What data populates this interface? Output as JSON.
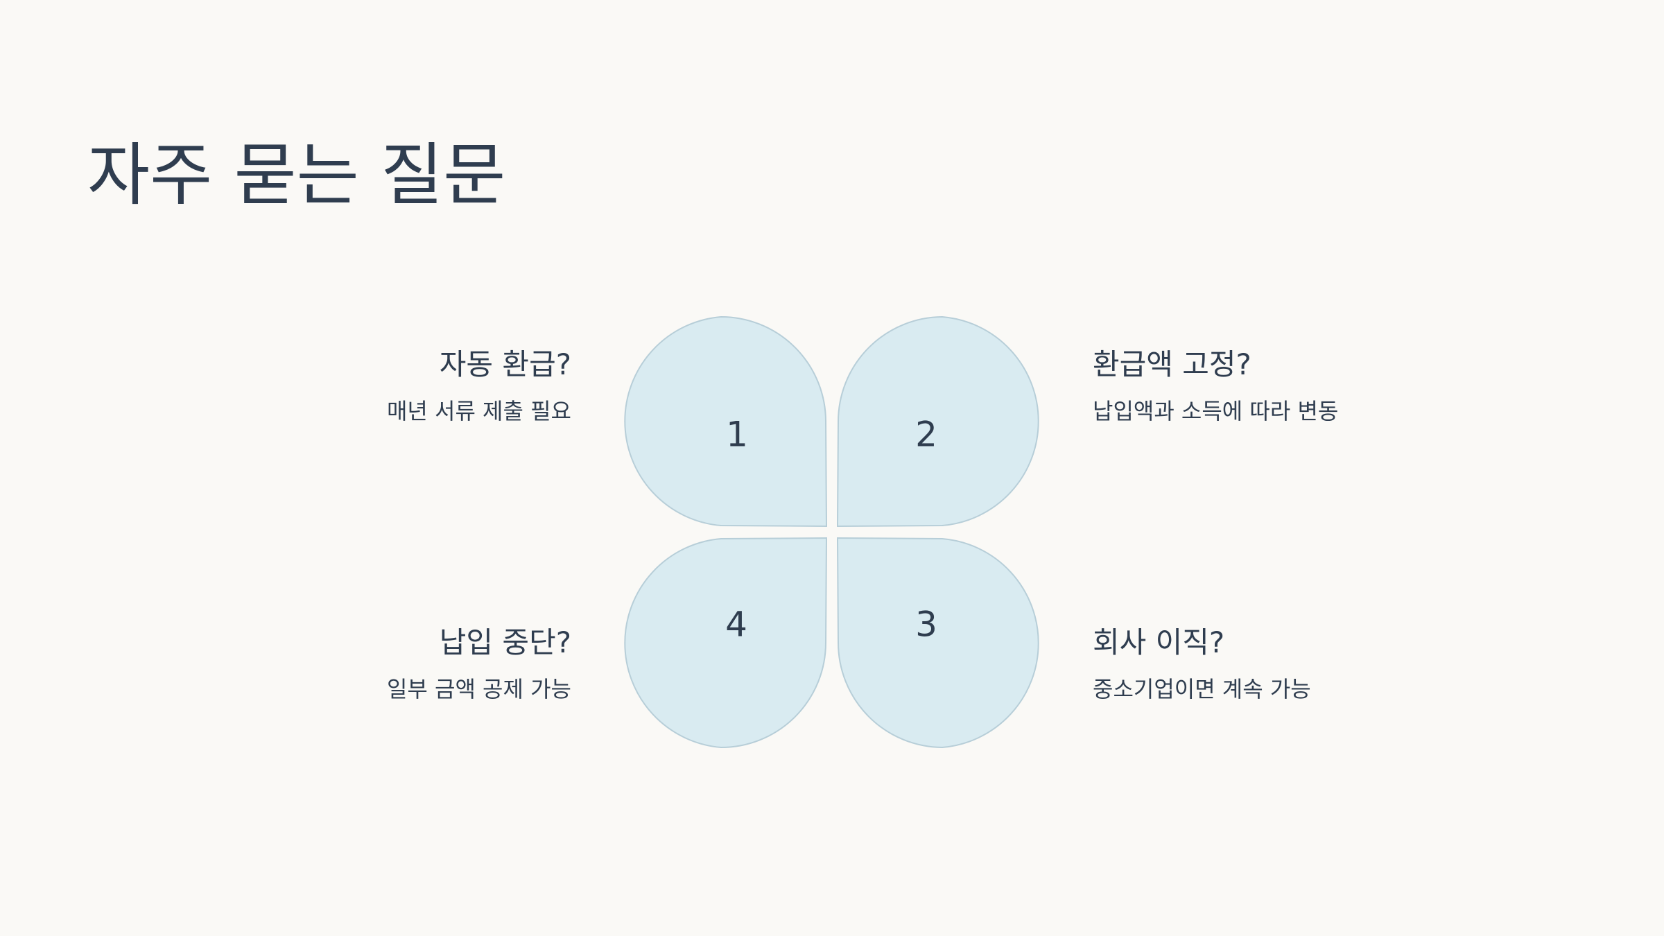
{
  "title": "자주 묻는 질문",
  "petals": [
    {
      "number": "1"
    },
    {
      "number": "2"
    },
    {
      "number": "3"
    },
    {
      "number": "4"
    }
  ],
  "faq": [
    {
      "question": "자동 환급?",
      "answer": "매년 서류 제출 필요"
    },
    {
      "question": "환급액 고정?",
      "answer": "납입액과 소득에 따라 변동"
    },
    {
      "question": "회사 이직?",
      "answer": "중소기업이면 계속 가능"
    },
    {
      "question": "납입 중단?",
      "answer": "일부 금액 공제 가능"
    }
  ],
  "colors": {
    "background": "#faf9f6",
    "petal_fill": "#d9ebf1",
    "petal_stroke": "#b7ced8",
    "text": "#2f3d4f"
  }
}
